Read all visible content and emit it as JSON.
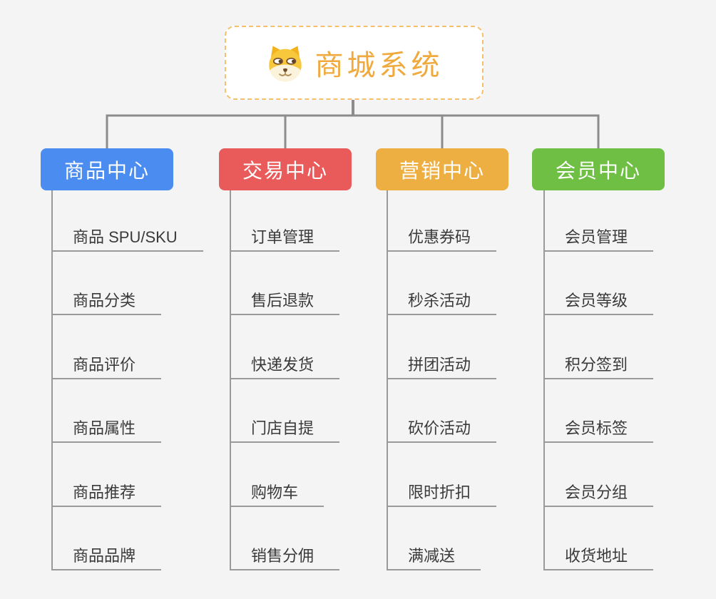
{
  "root": {
    "title": "商城系统",
    "title_color": "#f0a93c",
    "border_color": "#f4c06d",
    "icon": "dog-face-icon"
  },
  "colors": {
    "background": "#f4f4f5",
    "connector": "#8c8c8c",
    "underline": "#9a9a9a",
    "item_text": "#3a3a3a"
  },
  "branches": [
    {
      "label": "商品中心",
      "color": "#4a8cf0",
      "items": [
        "商品 SPU/SKU",
        "商品分类",
        "商品评价",
        "商品属性",
        "商品推荐",
        "商品品牌"
      ]
    },
    {
      "label": "交易中心",
      "color": "#e95b5b",
      "items": [
        "订单管理",
        "售后退款",
        "快递发货",
        "门店自提",
        "购物车",
        "销售分佣"
      ]
    },
    {
      "label": "营销中心",
      "color": "#edae42",
      "items": [
        "优惠券码",
        "秒杀活动",
        "拼团活动",
        "砍价活动",
        "限时折扣",
        "满减送"
      ]
    },
    {
      "label": "会员中心",
      "color": "#6fbf44",
      "items": [
        "会员管理",
        "会员等级",
        "积分签到",
        "会员标签",
        "会员分组",
        "收货地址"
      ]
    }
  ]
}
